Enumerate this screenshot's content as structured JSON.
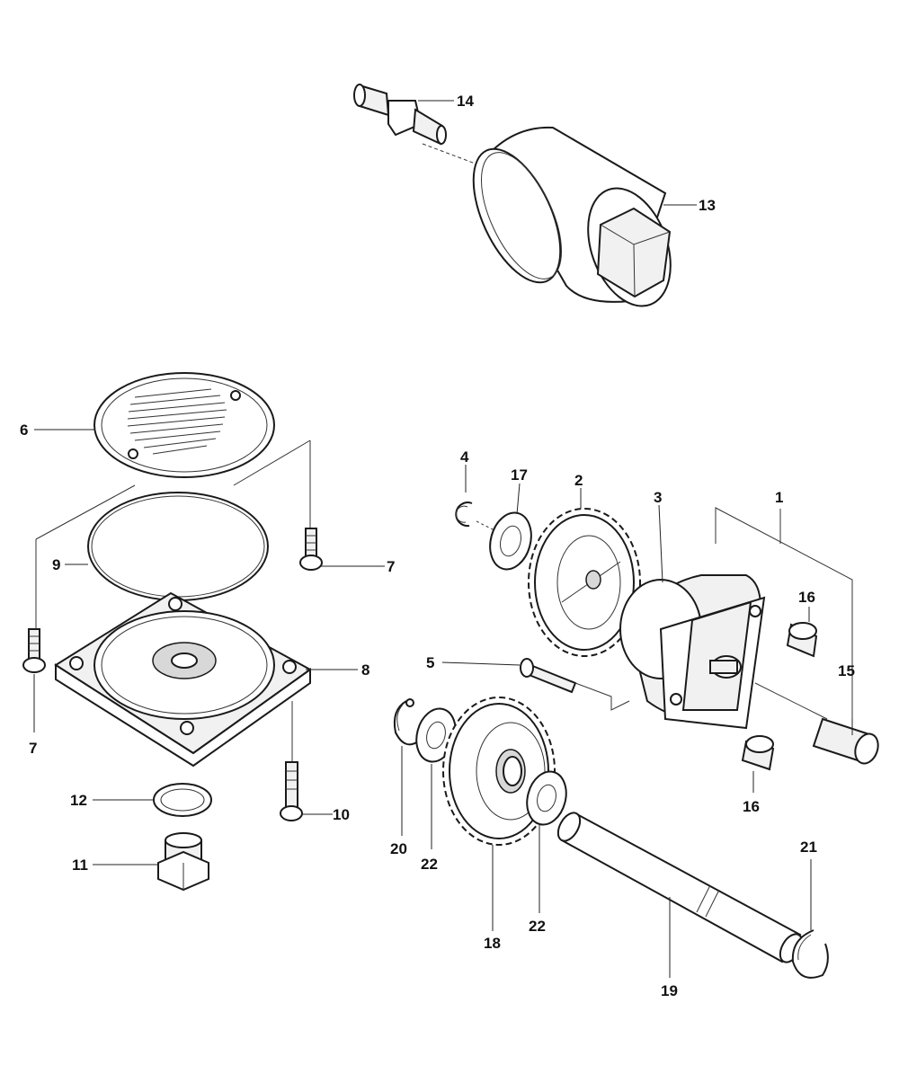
{
  "callouts": [
    {
      "id": "c1",
      "text": "1"
    },
    {
      "id": "c2",
      "text": "2"
    },
    {
      "id": "c3",
      "text": "3"
    },
    {
      "id": "c4",
      "text": "4"
    },
    {
      "id": "c5",
      "text": "5"
    },
    {
      "id": "c6",
      "text": "6"
    },
    {
      "id": "c7a",
      "text": "7"
    },
    {
      "id": "c7b",
      "text": "7"
    },
    {
      "id": "c8",
      "text": "8"
    },
    {
      "id": "c9",
      "text": "9"
    },
    {
      "id": "c10",
      "text": "10"
    },
    {
      "id": "c11",
      "text": "11"
    },
    {
      "id": "c12",
      "text": "12"
    },
    {
      "id": "c13",
      "text": "13"
    },
    {
      "id": "c14",
      "text": "14"
    },
    {
      "id": "c15",
      "text": "15"
    },
    {
      "id": "c16a",
      "text": "16"
    },
    {
      "id": "c16b",
      "text": "16"
    },
    {
      "id": "c17",
      "text": "17"
    },
    {
      "id": "c18",
      "text": "18"
    },
    {
      "id": "c19",
      "text": "19"
    },
    {
      "id": "c20",
      "text": "20"
    },
    {
      "id": "c21",
      "text": "21"
    },
    {
      "id": "c22a",
      "text": "22"
    },
    {
      "id": "c22b",
      "text": "22"
    }
  ]
}
